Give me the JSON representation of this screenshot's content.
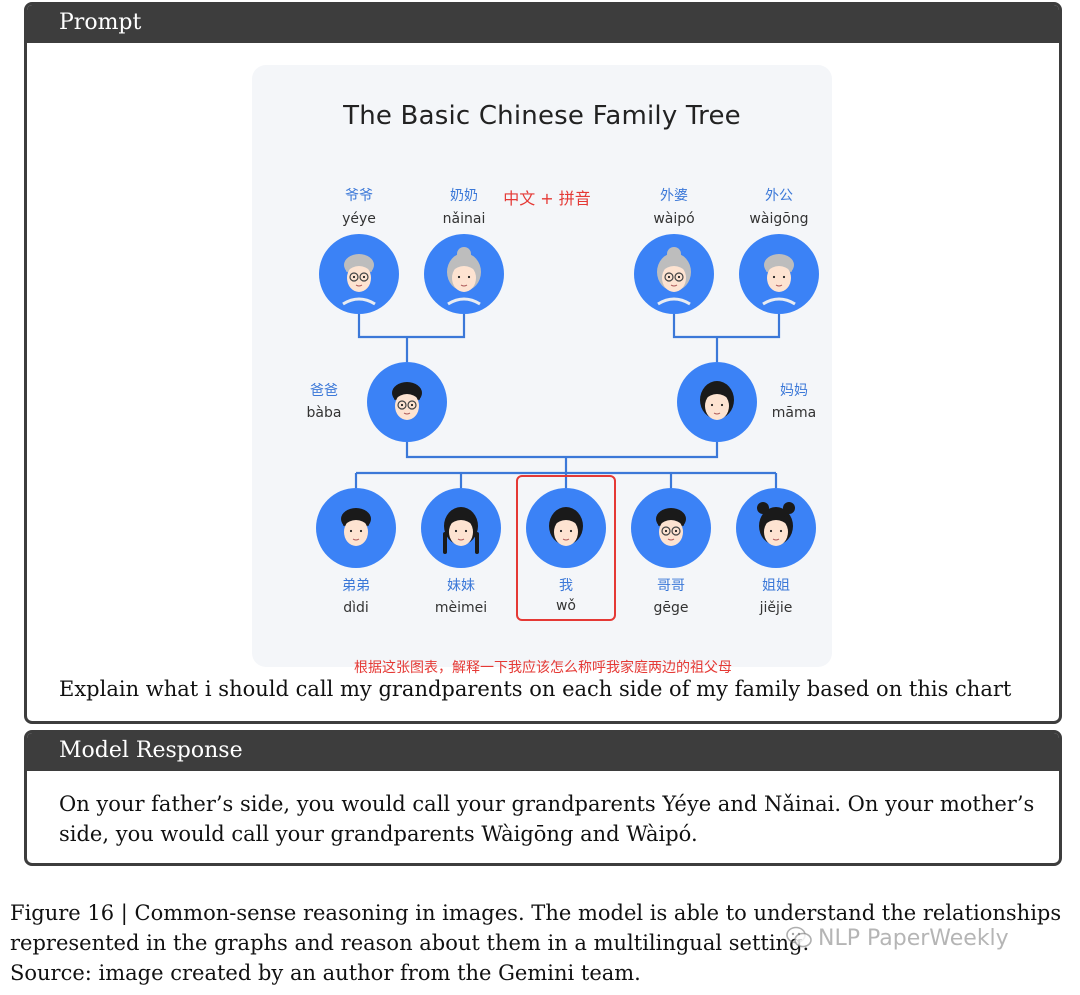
{
  "prompt_panel": {
    "header": "Prompt"
  },
  "chart": {
    "title": "The Basic Chinese Family Tree",
    "lang_label": "中文 + 拼音",
    "members": [
      {
        "id": "yeye",
        "zh": "爷爷",
        "pinyin": "yéye",
        "gender": "male",
        "glasses": true,
        "gen": 0
      },
      {
        "id": "nainai",
        "zh": "奶奶",
        "pinyin": "nǎinai",
        "gender": "female",
        "glasses": false,
        "gen": 0
      },
      {
        "id": "waipo",
        "zh": "外婆",
        "pinyin": "wàipó",
        "gender": "female",
        "glasses": true,
        "gen": 0
      },
      {
        "id": "waigong",
        "zh": "外公",
        "pinyin": "wàigōng",
        "gender": "male",
        "glasses": false,
        "gen": 0
      },
      {
        "id": "baba",
        "zh": "爸爸",
        "pinyin": "bàba",
        "gender": "male",
        "glasses": true,
        "gen": 1
      },
      {
        "id": "mama",
        "zh": "妈妈",
        "pinyin": "māma",
        "gender": "female",
        "glasses": false,
        "gen": 1
      },
      {
        "id": "didi",
        "zh": "弟弟",
        "pinyin": "dìdi",
        "gender": "male",
        "glasses": false,
        "gen": 2
      },
      {
        "id": "meimei",
        "zh": "妹妹",
        "pinyin": "mèimei",
        "gender": "female",
        "glasses": false,
        "gen": 2
      },
      {
        "id": "wo",
        "zh": "我",
        "pinyin": "wǒ",
        "gender": "female",
        "glasses": false,
        "gen": 2,
        "highlighted": true
      },
      {
        "id": "gege",
        "zh": "哥哥",
        "pinyin": "gēge",
        "gender": "male",
        "glasses": true,
        "gen": 2
      },
      {
        "id": "jiejie",
        "zh": "姐姐",
        "pinyin": "jiějie",
        "gender": "female",
        "glasses": false,
        "gen": 2
      }
    ],
    "colors": {
      "node": "#3b82f6",
      "line": "#3b78d8",
      "face": "#fde3d1",
      "hair": "#1a1a1a",
      "grey_hair": "#bdbdbd",
      "highlight": "#e53935"
    }
  },
  "zh_caption": "根据这张图表，解释一下我应该怎么称呼我家庭两边的祖父母",
  "prompt_text": "Explain what i should call my grandparents on each side of my family based on this chart",
  "response_panel": {
    "header": "Model Response",
    "text": "On your father’s side, you would call your grandparents Yéye and Nǎinai. On your mother’s side, you would call your grandparents Wàigōng and Wàipó."
  },
  "caption": {
    "line1": "Figure 16 | Common-sense reasoning in images. The model is able to understand the relationships",
    "line2": "represented in the graphs and reason about them in a multilingual setting.",
    "line3": "Source: image created by an author from the Gemini team."
  },
  "watermark": "NLP PaperWeekly"
}
